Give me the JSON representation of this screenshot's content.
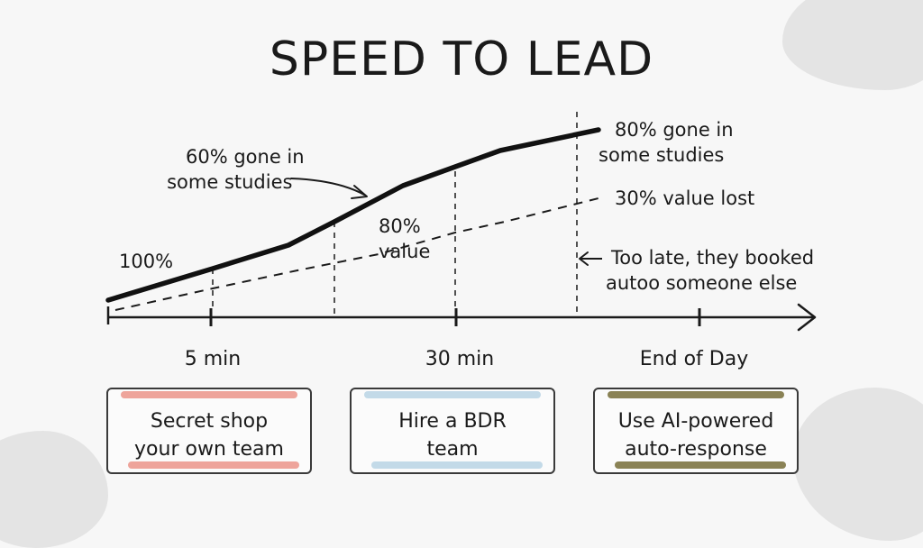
{
  "title": "SPEED TO LEAD",
  "annotations": {
    "start_value": "100%",
    "sixty_line1": "60% gone in",
    "sixty_line2": "some studies",
    "eighty_value_line1": "80%",
    "eighty_value_line2": "value",
    "eighty_gone_line1": "80% gone in",
    "eighty_gone_line2": "some studies",
    "thirty_lost": "30% value lost",
    "too_late_line1": "Too late, they booked",
    "too_late_line2": "autoo someone else"
  },
  "timeline": {
    "ticks": [
      "5 min",
      "30 min",
      "End of Day"
    ]
  },
  "cards": [
    {
      "line1": "Secret shop",
      "line2": "your own team",
      "accent": "#ec9a90"
    },
    {
      "line1": "Hire a BDR",
      "line2": "team",
      "accent": "#bcd6e6"
    },
    {
      "line1": "Use AI-powered",
      "line2": "auto-response",
      "accent": "#7d7442"
    }
  ],
  "colors": {
    "background": "#f7f7f7",
    "ink": "#1a1a1a",
    "blob": "#e4e4e4"
  }
}
